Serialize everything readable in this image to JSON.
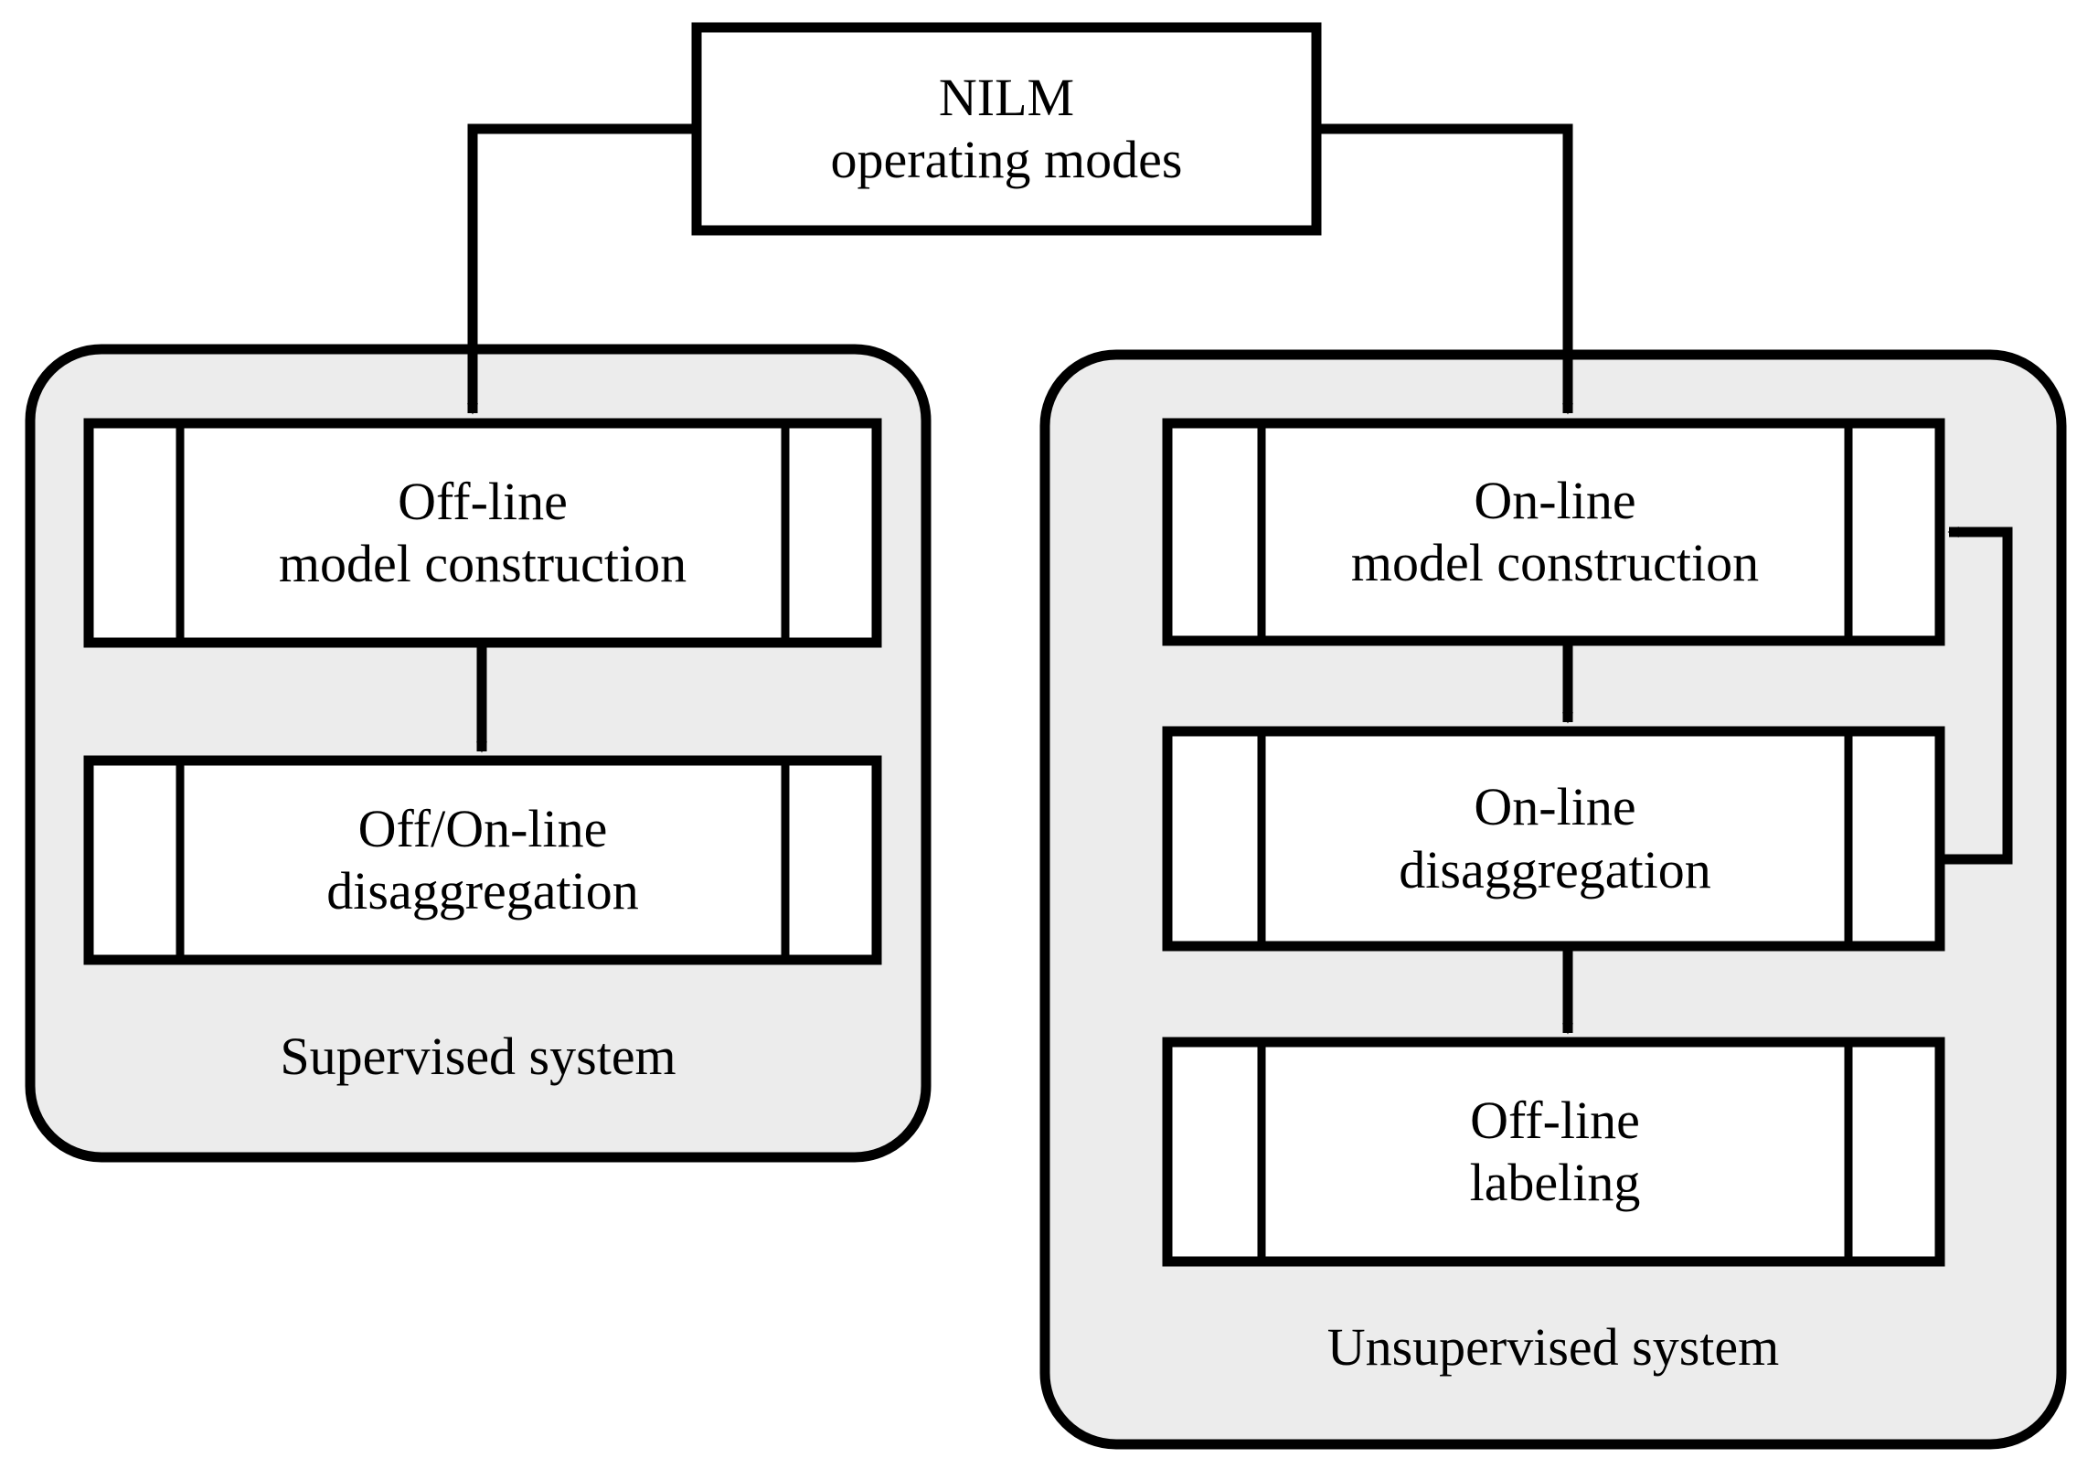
{
  "diagram": {
    "title_box": {
      "line1": "NILM",
      "line2": "operating modes"
    },
    "branches": [
      {
        "id": "supervised",
        "panel_label": "Supervised system",
        "panel_fill": "#ececec",
        "panel_stroke": "#000000",
        "steps": [
          {
            "id": "offline-model-construction",
            "line1": "Off-line",
            "line2": "model construction"
          },
          {
            "id": "off-on-line-disaggregation",
            "line1": "Off/On-line",
            "line2": "disaggregation"
          }
        ],
        "feedback_loop": false
      },
      {
        "id": "unsupervised",
        "panel_label": "Unsupervised system",
        "panel_fill": "#ececec",
        "panel_stroke": "#000000",
        "steps": [
          {
            "id": "online-model-construction",
            "line1": "On-line",
            "line2": "model construction"
          },
          {
            "id": "online-disaggregation",
            "line1": "On-line",
            "line2": "disaggregation"
          },
          {
            "id": "offline-labeling",
            "line1": "Off-line",
            "line2": "labeling"
          }
        ],
        "feedback_loop": true
      }
    ],
    "colors": {
      "stroke": "#000000",
      "box_fill": "#ffffff",
      "panel_fill": "#ececec",
      "background": "#ffffff"
    }
  }
}
